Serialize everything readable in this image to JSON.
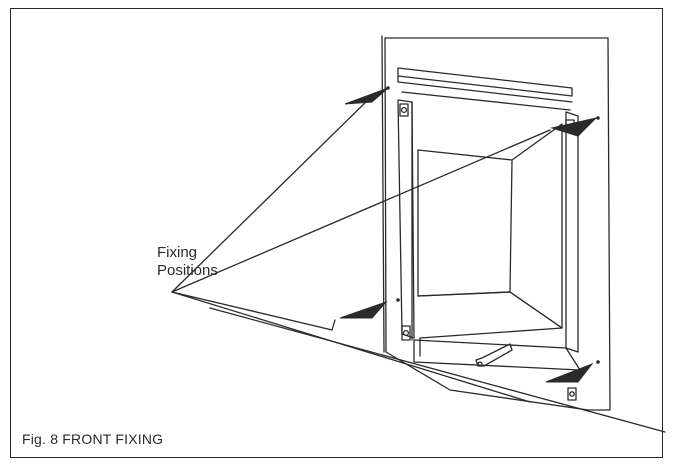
{
  "labels": {
    "fixing_line1": "Fixing",
    "fixing_line2": "Positions",
    "caption": "Fig. 8  FRONT FIXING"
  },
  "colors": {
    "ink": "#2a2a2a",
    "paper": "#ffffff"
  }
}
